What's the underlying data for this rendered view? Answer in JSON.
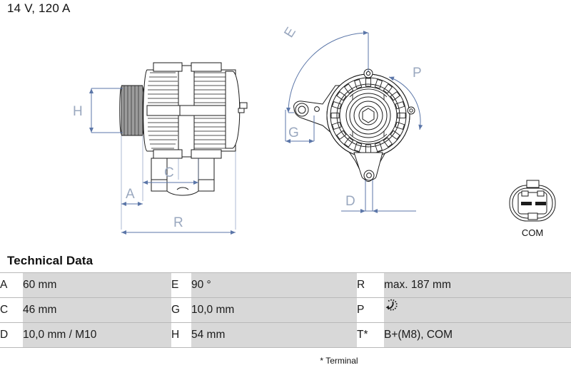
{
  "header": {
    "spec": "14 V, 120 A"
  },
  "drawing": {
    "side_view": {
      "name": "alternator-side-view",
      "dimension_labels": [
        "H",
        "A",
        "C",
        "R"
      ]
    },
    "front_view": {
      "name": "alternator-front-view",
      "dimension_labels": [
        "E",
        "G",
        "D",
        "P"
      ]
    },
    "connector": {
      "label": "COM",
      "pin_count": 2
    },
    "dimension_line_color": "#5b76a8",
    "dimension_text_color": "#9aa8bf",
    "outline_color": "#1b1b1b"
  },
  "tech_data": {
    "heading": "Technical Data",
    "rows": [
      {
        "col1_key": "A",
        "col1_value": "60 mm",
        "col2_key": "E",
        "col2_value": "90 °",
        "col3_key": "R",
        "col3_value": "max. 187 mm"
      },
      {
        "col1_key": "C",
        "col1_value": "46 mm",
        "col2_key": "G",
        "col2_value": "10,0 mm",
        "col3_key": "P",
        "col3_value": "",
        "col3_icon": "rotation-arrow-icon"
      },
      {
        "col1_key": "D",
        "col1_value": "10,0 mm / M10",
        "col2_key": "H",
        "col2_value": "54 mm",
        "col3_key": "T*",
        "col3_value": "B+(M8), COM"
      }
    ],
    "footnote": "* Terminal"
  }
}
